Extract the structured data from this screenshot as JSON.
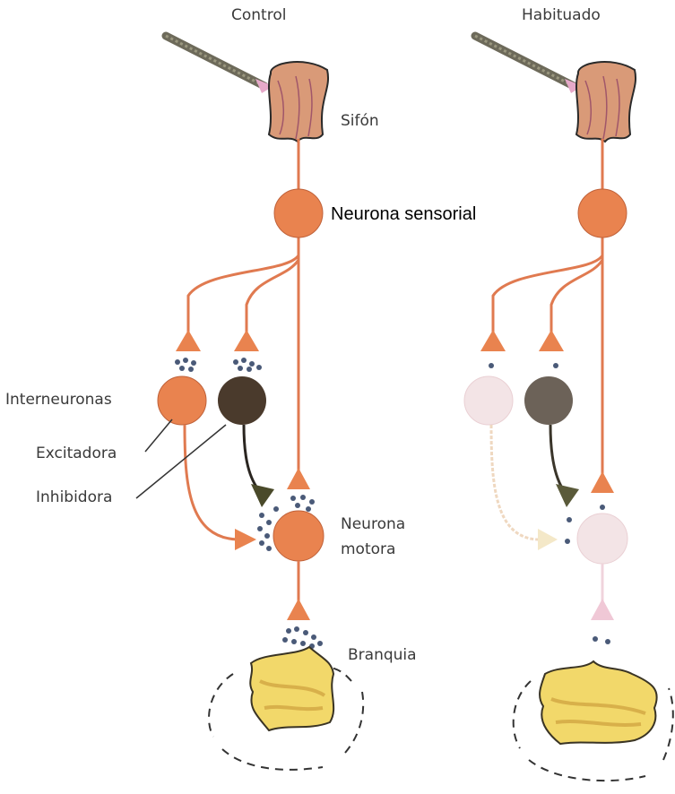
{
  "panels": {
    "control": {
      "title": "Control"
    },
    "habituated": {
      "title": "Habituado"
    }
  },
  "labels": {
    "siphon": "Sifón",
    "sensory_neuron": "Neurona sensorial",
    "interneurons": "Interneuronas",
    "excitatory": "Excitadora",
    "inhibitory": "Inhibidora",
    "motor_neuron_line1": "Neurona",
    "motor_neuron_line2": "motora",
    "gill": "Branquia"
  },
  "colors": {
    "neuron_active": "#e9834f",
    "neuron_faded": "#f3e4e6",
    "inhibitory_neuron": "#4a3a2c",
    "inhibitory_faded": "#6c6258",
    "axon": "#e07a50",
    "vesicle": "#4a5a78",
    "gill": "#f2d86a",
    "siphon": "#d99a78"
  }
}
